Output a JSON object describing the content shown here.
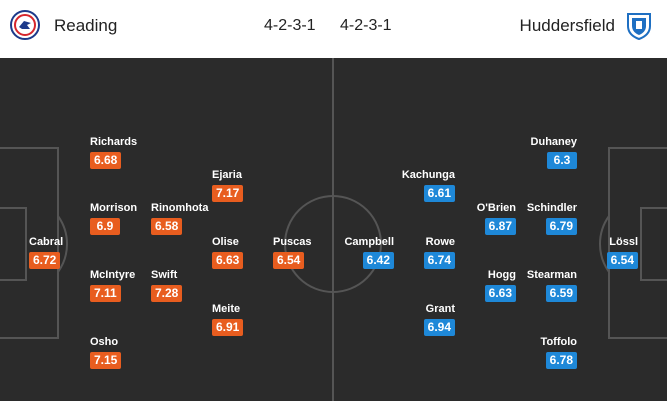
{
  "header": {
    "home_team": "Reading",
    "away_team": "Huddersfield",
    "home_formation": "4-2-3-1",
    "away_formation": "4-2-3-1"
  },
  "colors": {
    "pitch": "#2b2b2b",
    "home_rating": "#e85d1f",
    "away_rating": "#1e88d8",
    "lines": "#555555"
  },
  "icons": {
    "home_crest": "reading-crest-icon",
    "away_crest": "huddersfield-crest-icon"
  },
  "home_players": [
    {
      "name": "Richards",
      "rating": "6.68"
    },
    {
      "name": "Morrison",
      "rating": "6.9"
    },
    {
      "name": "Cabral",
      "rating": "6.72"
    },
    {
      "name": "McIntyre",
      "rating": "7.11"
    },
    {
      "name": "Osho",
      "rating": "7.15"
    },
    {
      "name": "Rinomhota",
      "rating": "6.58"
    },
    {
      "name": "Swift",
      "rating": "7.28"
    },
    {
      "name": "Ejaria",
      "rating": "7.17"
    },
    {
      "name": "Olise",
      "rating": "6.63"
    },
    {
      "name": "Meite",
      "rating": "6.91"
    },
    {
      "name": "Puscas",
      "rating": "6.54"
    }
  ],
  "away_players": [
    {
      "name": "Campbell",
      "rating": "6.42"
    },
    {
      "name": "Kachunga",
      "rating": "6.61"
    },
    {
      "name": "Rowe",
      "rating": "6.74"
    },
    {
      "name": "Grant",
      "rating": "6.94"
    },
    {
      "name": "O'Brien",
      "rating": "6.87"
    },
    {
      "name": "Hogg",
      "rating": "6.63"
    },
    {
      "name": "Duhaney",
      "rating": "6.3"
    },
    {
      "name": "Schindler",
      "rating": "6.79"
    },
    {
      "name": "Stearman",
      "rating": "6.59"
    },
    {
      "name": "Toffolo",
      "rating": "6.78"
    },
    {
      "name": "Lössl",
      "rating": "6.54"
    }
  ]
}
